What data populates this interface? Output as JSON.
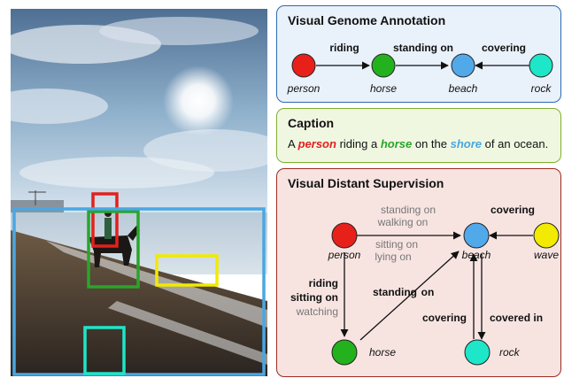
{
  "visual_genome": {
    "title": "Visual Genome Annotation",
    "nodes": [
      {
        "label": "person",
        "color": "#e8201a"
      },
      {
        "label": "horse",
        "color": "#23b11e"
      },
      {
        "label": "beach",
        "color": "#52a9ea"
      },
      {
        "label": "rock",
        "color": "#1ee6c8"
      }
    ],
    "edges": [
      "riding",
      "standing on",
      "covering"
    ]
  },
  "caption": {
    "title": "Caption",
    "prefix": "A",
    "person": "person",
    "mid1": "riding a",
    "horse": "horse",
    "mid2": "on the",
    "shore": "shore",
    "suffix": "of an ocean."
  },
  "distant_supervision": {
    "title": "Visual Distant Supervision",
    "nodes": [
      {
        "label": "person",
        "color": "#e8201a"
      },
      {
        "label": "beach",
        "color": "#52a9ea"
      },
      {
        "label": "wave",
        "color": "#f2ea00"
      },
      {
        "label": "horse",
        "color": "#23b11e"
      },
      {
        "label": "rock",
        "color": "#1ee6c8"
      }
    ],
    "person_beach_top": [
      "standing on",
      "walking on"
    ],
    "person_beach_bottom": [
      "sitting on",
      "lying on"
    ],
    "wave_beach": "covering",
    "person_horse": [
      "riding",
      "sitting on",
      "watching"
    ],
    "horse_beach": [
      "standing",
      "on"
    ],
    "rock_beach_left": "covering",
    "rock_beach_right": "covered in"
  },
  "boxes": [
    {
      "name": "person-box",
      "color": "#e3201c"
    },
    {
      "name": "horse-box",
      "color": "#2aa52a"
    },
    {
      "name": "beach-box",
      "color": "#4aa7e2"
    },
    {
      "name": "wave-box",
      "color": "#f2ea00"
    },
    {
      "name": "rock-box",
      "color": "#1ee6c8"
    }
  ]
}
